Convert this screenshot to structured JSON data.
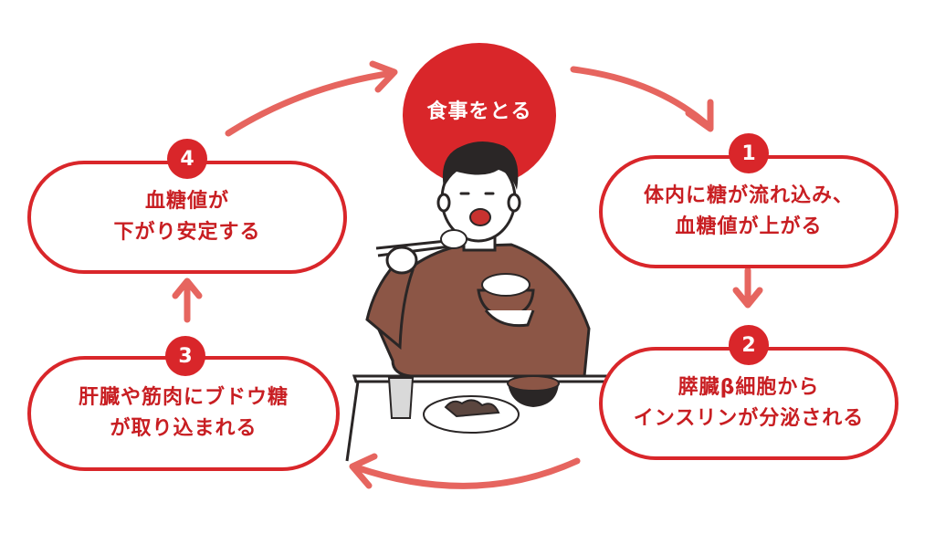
{
  "center": {
    "label": "食事をとる"
  },
  "steps": [
    {
      "number": "1",
      "lines": [
        "体内に糖が流れ込み、",
        "血糖値が上がる"
      ]
    },
    {
      "number": "2",
      "lines": [
        "膵臓β細胞から",
        "インスリンが分泌される"
      ]
    },
    {
      "number": "3",
      "lines": [
        "肝臓や筋肉にブドウ糖",
        "が取り込まれる"
      ]
    },
    {
      "number": "4",
      "lines": [
        "血糖値が",
        "下がり安定する"
      ]
    }
  ],
  "colors": {
    "accent": "#d9262a",
    "arrow": "#e6655f",
    "sweater": "#8c5646",
    "hair": "#2a2626"
  }
}
